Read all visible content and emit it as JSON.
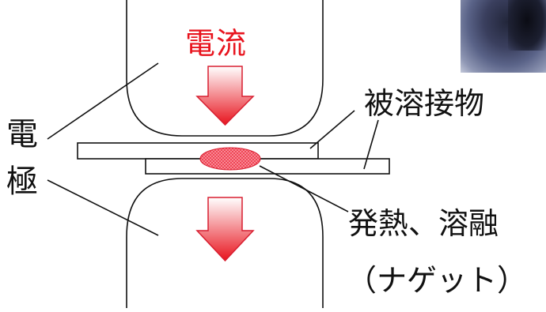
{
  "labels": {
    "current": "電流",
    "electrode_line1": "電",
    "electrode_line2": "極",
    "workpiece": "被溶接物",
    "heat_melt": "発熱、溶融",
    "nugget": "（ナゲット）"
  },
  "colors": {
    "current_text": "#e8141e",
    "arrow_top": "#ffffff",
    "arrow_bottom": "#e8141e",
    "nugget_fill": "#ee3d4e",
    "line": "#111111"
  },
  "icons": {
    "arrow": "down-arrow-icon",
    "photo": "electrode-photo"
  }
}
